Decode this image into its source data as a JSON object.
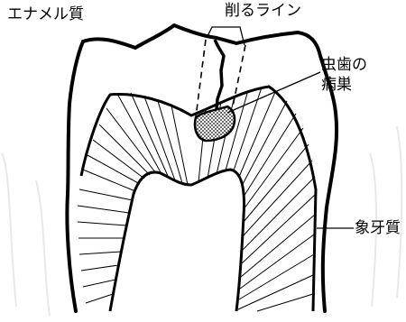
{
  "labels": {
    "enamel": "エナメル質",
    "cut_line": "削るライン",
    "caries_line1": "虫歯の",
    "caries_line2": "病巣",
    "dentin": "象牙質"
  },
  "colors": {
    "ink": "#000000",
    "paper": "#ffffff",
    "shadow": "#e8e8e8"
  }
}
